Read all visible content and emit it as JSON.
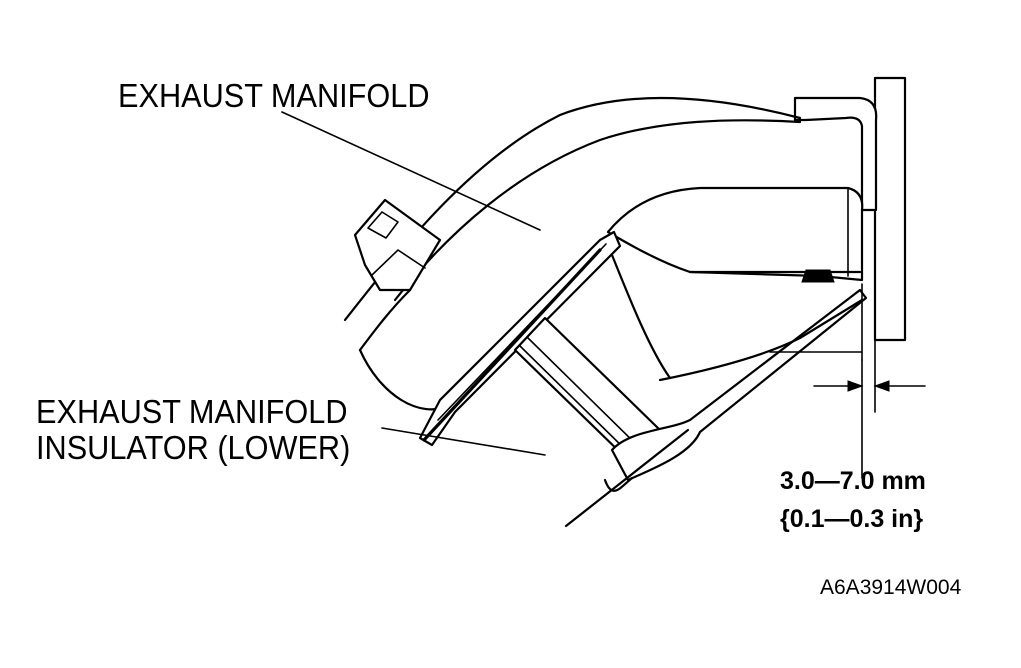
{
  "labels": {
    "manifold": "EXHAUST MANIFOLD",
    "insulator_line1": "EXHAUST MANIFOLD",
    "insulator_line2": "INSULATOR (LOWER)",
    "clearance_mm": "3.0—7.0 mm",
    "clearance_in": "{0.1—0.3 in}",
    "figure_code": "A6A3914W004"
  }
}
